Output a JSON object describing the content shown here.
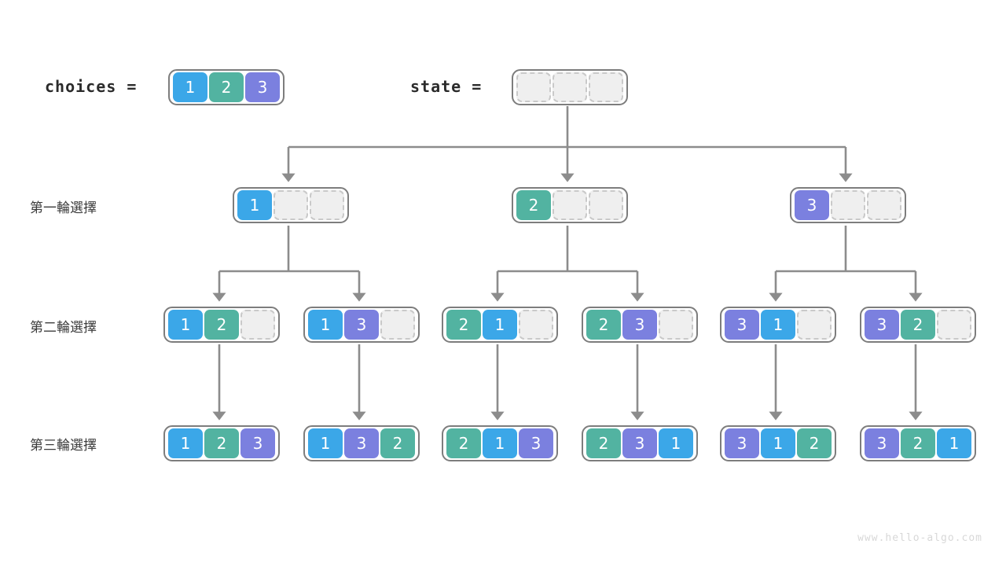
{
  "header": {
    "choices_label": "choices =",
    "state_label": "state =",
    "choices": [
      1,
      2,
      3
    ],
    "state": [
      null,
      null,
      null
    ]
  },
  "rows": [
    {
      "label": "第一輪選擇",
      "nodes": [
        [
          1,
          null,
          null
        ],
        [
          2,
          null,
          null
        ],
        [
          3,
          null,
          null
        ]
      ]
    },
    {
      "label": "第二輪選擇",
      "nodes": [
        [
          1,
          2,
          null
        ],
        [
          1,
          3,
          null
        ],
        [
          2,
          1,
          null
        ],
        [
          2,
          3,
          null
        ],
        [
          3,
          1,
          null
        ],
        [
          3,
          2,
          null
        ]
      ]
    },
    {
      "label": "第三輪選擇",
      "nodes": [
        [
          1,
          2,
          3
        ],
        [
          1,
          3,
          2
        ],
        [
          2,
          1,
          3
        ],
        [
          2,
          3,
          1
        ],
        [
          3,
          1,
          2
        ],
        [
          3,
          2,
          1
        ]
      ]
    }
  ],
  "colors": {
    "value_1": "#3ba7e8",
    "value_2": "#52b3a1",
    "value_3": "#7b80df",
    "empty_fill": "#efefef",
    "empty_border": "#c9c9c9",
    "box_border": "#7d7d7d",
    "wire": "#8c8c8c",
    "label_text": "#3c3c3c",
    "watermark": "#d8d8d8"
  },
  "watermark": "www.hello-algo.com"
}
